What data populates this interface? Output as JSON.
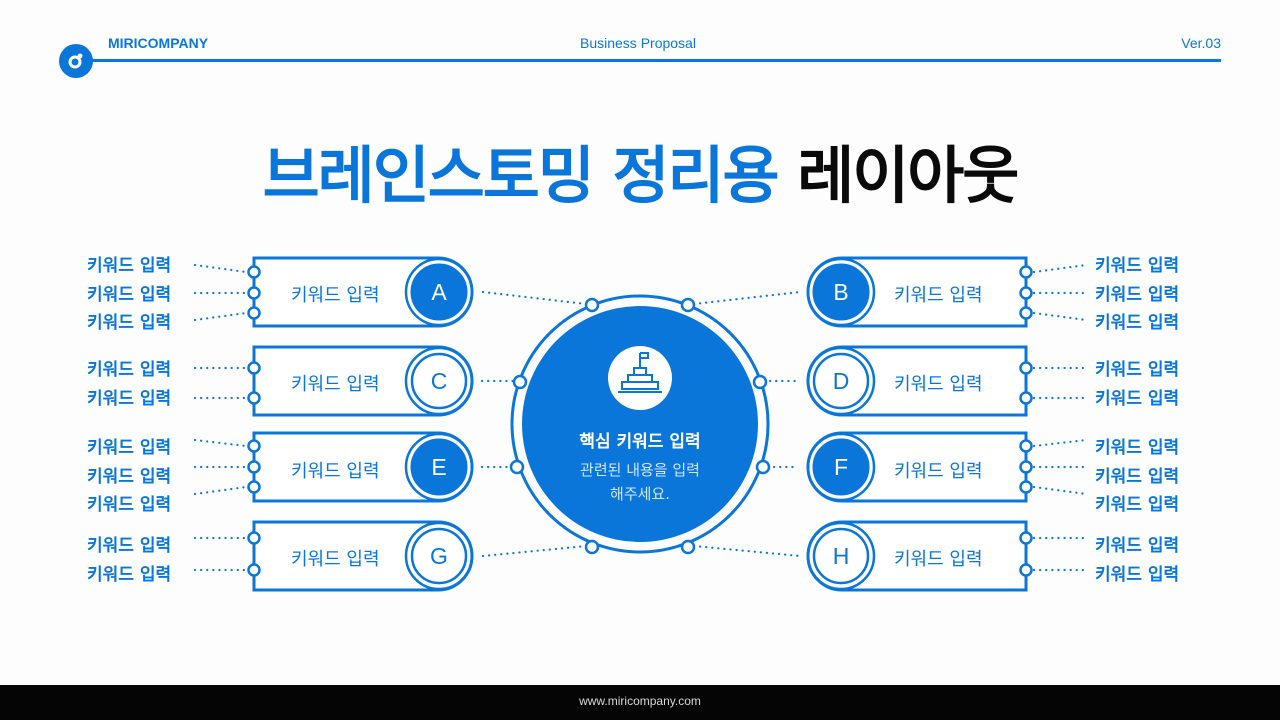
{
  "header": {
    "brand": "MIRICOMPANY",
    "doc_type": "Business Proposal",
    "version": "Ver.03",
    "logo_icon": "miri-logo-icon"
  },
  "title": {
    "blue_part": "브레인스토밍 정리용",
    "black_part": "레이아웃"
  },
  "center": {
    "icon": "podium-flag-icon",
    "title": "핵심 키워드 입력",
    "desc_line1": "관련된 내용을 입력",
    "desc_line2": "해주세요."
  },
  "boxes": [
    {
      "letter": "A",
      "label": "키워드 입력",
      "filled": true,
      "side": "left",
      "keywords": [
        "키워드 입력",
        "키워드 입력",
        "키워드 입력"
      ]
    },
    {
      "letter": "B",
      "label": "키워드 입력",
      "filled": true,
      "side": "right",
      "keywords": [
        "키워드 입력",
        "키워드 입력",
        "키워드 입력"
      ]
    },
    {
      "letter": "C",
      "label": "키워드 입력",
      "filled": false,
      "side": "left",
      "keywords": [
        "키워드 입력",
        "키워드 입력"
      ]
    },
    {
      "letter": "D",
      "label": "키워드 입력",
      "filled": false,
      "side": "right",
      "keywords": [
        "키워드 입력",
        "키워드 입력"
      ]
    },
    {
      "letter": "E",
      "label": "키워드 입력",
      "filled": true,
      "side": "left",
      "keywords": [
        "키워드 입력",
        "키워드 입력",
        "키워드 입력"
      ]
    },
    {
      "letter": "F",
      "label": "키워드 입력",
      "filled": true,
      "side": "right",
      "keywords": [
        "키워드 입력",
        "키워드 입력",
        "키워드 입력"
      ]
    },
    {
      "letter": "G",
      "label": "키워드 입력",
      "filled": false,
      "side": "left",
      "keywords": [
        "키워드 입력",
        "키워드 입력"
      ]
    },
    {
      "letter": "H",
      "label": "키워드 입력",
      "filled": false,
      "side": "right",
      "keywords": [
        "키워드 입력",
        "키워드 입력"
      ]
    }
  ],
  "footer": {
    "url": "www.miricompany.com"
  },
  "colors": {
    "accent": "#0b76d9",
    "title_black": "#0a0a0a",
    "footer_bg": "#050505"
  }
}
